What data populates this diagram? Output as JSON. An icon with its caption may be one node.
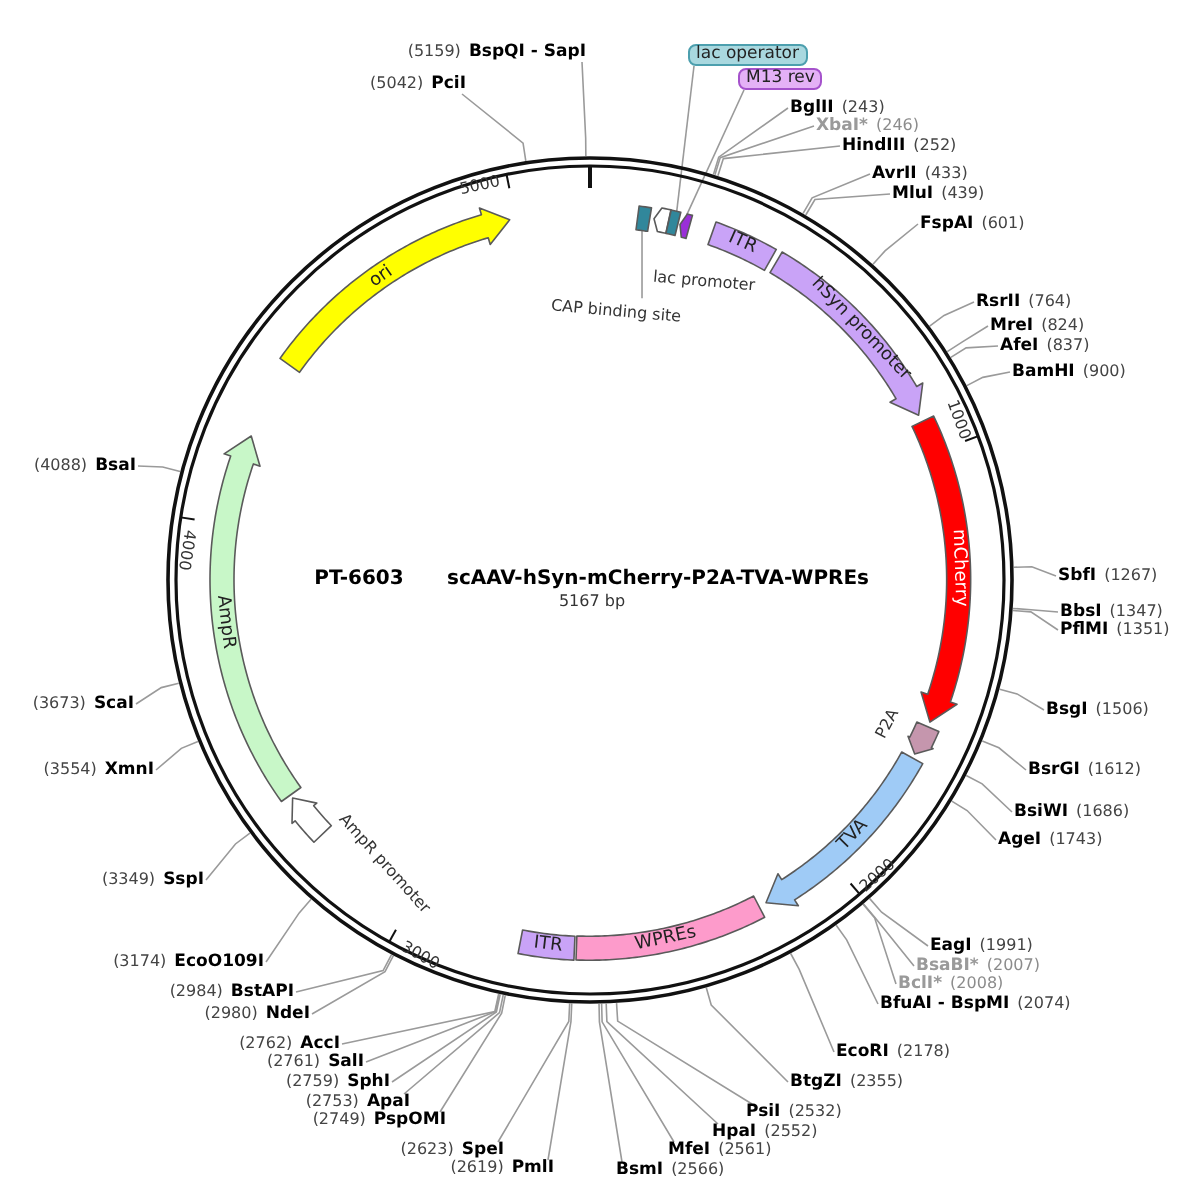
{
  "diagram": {
    "nodes": [
      {
        "text": [
          "PT-6603",
          "scAAV-hSyn-mCherry-P2A-TVA-WPREs",
          "5167 bp"
        ]
      },
      {
        "text": [],
        "shape": "box",
        "in": 0
      },
      {
        "text": [
          "CAP binding site"
        ],
        "in": 0
      },
      {
        "text": [],
        "shape": "arrow",
        "in": 0
      },
      {
        "text": [],
        "shape": "box",
        "in": 0
      },
      {
        "text": [],
        "shape": "arrow",
        "in": 0
      },
      {
        "text": [
          "ITR"
        ],
        "in": 0
      },
      {
        "text": [
          "hSyn promoter"
        ],
        "in": 0
      },
      {
        "text": [
          "mCherry"
        ],
        "in": 0
      },
      {
        "text": [],
        "shape": "arrow",
        "beside": [
          "P2A"
        ],
        "in": 0
      },
      {
        "text": [
          "TVA"
        ],
        "in": 0
      },
      {
        "text": [
          "WPREs"
        ],
        "in": 0
      },
      {
        "text": [
          "ITR"
        ],
        "in": 0
      },
      {
        "text": [],
        "shape": "arrow",
        "beside": [
          "AmpR promoter"
        ],
        "in": 0
      },
      {
        "text": [
          "AmpR"
        ],
        "in": 0
      },
      {
        "text": [
          "ori"
        ],
        "in": 0
      },
      {
        "text": [
          "lac operator"
        ]
      },
      {
        "text": [
          "M13 rev"
        ]
      },
      {
        "text": [
          "BglII",
          "(243)"
        ]
      },
      {
        "text": [
          "XbaI*",
          "(246)"
        ]
      },
      {
        "text": [
          "HindIII",
          "(252)"
        ]
      },
      {
        "text": [
          "AvrII",
          "(433)"
        ]
      },
      {
        "text": [
          "MluI",
          "(439)"
        ]
      },
      {
        "text": [
          "FspAI",
          "(601)"
        ]
      },
      {
        "text": [
          "RsrII",
          "(764)"
        ]
      },
      {
        "text": [
          "MreI",
          "(824)"
        ]
      },
      {
        "text": [
          "AfeI",
          "(837)"
        ]
      },
      {
        "text": [
          "BamHI",
          "(900)"
        ]
      },
      {
        "text": [
          "SbfI",
          "(1267)"
        ]
      },
      {
        "text": [
          "BbsI",
          "(1347)"
        ]
      },
      {
        "text": [
          "PflMI",
          "(1351)"
        ]
      },
      {
        "text": [
          "BsgI",
          "(1506)"
        ]
      },
      {
        "text": [
          "BsrGI",
          "(1612)"
        ]
      },
      {
        "text": [
          "BsiWI",
          "(1686)"
        ]
      },
      {
        "text": [
          "AgeI",
          "(1743)"
        ]
      },
      {
        "text": [
          "EagI",
          "(1991)"
        ]
      },
      {
        "text": [
          "BsaBI*",
          "(2007)"
        ]
      },
      {
        "text": [
          "BclI*",
          "(2008)"
        ]
      },
      {
        "text": [
          "BfuAI - BspMI",
          "(2074)"
        ]
      },
      {
        "text": [
          "EcoRI",
          "(2178)"
        ]
      },
      {
        "text": [
          "BtgZI",
          "(2355)"
        ]
      },
      {
        "text": [
          "PsiI",
          "(2532)"
        ]
      },
      {
        "text": [
          "HpaI",
          "(2552)"
        ]
      },
      {
        "text": [
          "MfeI",
          "(2561)"
        ]
      },
      {
        "text": [
          "BsmI",
          "(2566)"
        ]
      },
      {
        "text": [
          "(2619)",
          "PmlI"
        ]
      },
      {
        "text": [
          "(2623)",
          "SpeI"
        ]
      },
      {
        "text": [
          "(2749)",
          "PspOMI"
        ]
      },
      {
        "text": [
          "(2753)",
          "ApaI"
        ]
      },
      {
        "text": [
          "(2759)",
          "SphI"
        ]
      },
      {
        "text": [
          "(2761)",
          "SalI"
        ]
      },
      {
        "text": [
          "(2762)",
          "AccI"
        ]
      },
      {
        "text": [
          "(2980)",
          "NdeI"
        ]
      },
      {
        "text": [
          "(2984)",
          "BstAPI"
        ]
      },
      {
        "text": [
          "(3174)",
          "EcoO109I"
        ]
      },
      {
        "text": [
          "(3349)",
          "SspI"
        ]
      },
      {
        "text": [
          "(3554)",
          "XmnI"
        ]
      },
      {
        "text": [
          "(3673)",
          "ScaI"
        ]
      },
      {
        "text": [
          "(4088)",
          "BsaI"
        ]
      },
      {
        "text": [
          "(5042)",
          "PciI"
        ]
      },
      {
        "text": [
          "(5159)",
          "BspQI - SapI"
        ]
      }
    ],
    "edges": [
      {
        "from": 2,
        "to": 1,
        "arrow": "none"
      },
      {
        "from": 16,
        "to": 4,
        "arrow": "none"
      },
      {
        "from": 17,
        "to": 5,
        "arrow": "none"
      },
      {
        "from": 18,
        "to": 0,
        "arrow": "none"
      },
      {
        "from": 19,
        "to": 0,
        "arrow": "none"
      },
      {
        "from": 20,
        "to": 0,
        "arrow": "none"
      },
      {
        "from": 21,
        "to": 0,
        "arrow": "none"
      },
      {
        "from": 22,
        "to": 0,
        "arrow": "none"
      },
      {
        "from": 23,
        "to": 0,
        "arrow": "none"
      },
      {
        "from": 24,
        "to": 0,
        "arrow": "none"
      },
      {
        "from": 25,
        "to": 0,
        "arrow": "none"
      },
      {
        "from": 26,
        "to": 0,
        "arrow": "none"
      },
      {
        "from": 27,
        "to": 0,
        "arrow": "none"
      },
      {
        "from": 28,
        "to": 0,
        "arrow": "none"
      },
      {
        "from": 29,
        "to": 0,
        "arrow": "none"
      },
      {
        "from": 30,
        "to": 0,
        "arrow": "none"
      },
      {
        "from": 31,
        "to": 0,
        "arrow": "none"
      },
      {
        "from": 32,
        "to": 0,
        "arrow": "none"
      },
      {
        "from": 33,
        "to": 0,
        "arrow": "none"
      },
      {
        "from": 34,
        "to": 0,
        "arrow": "none"
      },
      {
        "from": 35,
        "to": 0,
        "arrow": "none"
      },
      {
        "from": 36,
        "to": 0,
        "arrow": "none"
      },
      {
        "from": 37,
        "to": 0,
        "arrow": "none"
      },
      {
        "from": 38,
        "to": 0,
        "arrow": "none"
      },
      {
        "from": 39,
        "to": 0,
        "arrow": "none"
      },
      {
        "from": 40,
        "to": 0,
        "arrow": "none"
      },
      {
        "from": 41,
        "to": 0,
        "arrow": "none"
      },
      {
        "from": 42,
        "to": 0,
        "arrow": "none"
      },
      {
        "from": 43,
        "to": 0,
        "arrow": "none"
      },
      {
        "from": 44,
        "to": 0,
        "arrow": "none"
      },
      {
        "from": 45,
        "to": 0,
        "arrow": "none"
      },
      {
        "from": 46,
        "to": 0,
        "arrow": "none"
      },
      {
        "from": 47,
        "to": 0,
        "arrow": "none"
      },
      {
        "from": 48,
        "to": 0,
        "arrow": "none"
      },
      {
        "from": 49,
        "to": 0,
        "arrow": "none"
      },
      {
        "from": 50,
        "to": 0,
        "arrow": "none"
      },
      {
        "from": 51,
        "to": 0,
        "arrow": "none"
      },
      {
        "from": 52,
        "to": 0,
        "arrow": "none"
      },
      {
        "from": 53,
        "to": 0,
        "arrow": "none"
      },
      {
        "from": 54,
        "to": 0,
        "arrow": "none"
      },
      {
        "from": 55,
        "to": 0,
        "arrow": "none"
      },
      {
        "from": 56,
        "to": 0,
        "arrow": "none"
      },
      {
        "from": 57,
        "to": 0,
        "arrow": "none"
      },
      {
        "from": 58,
        "to": 0,
        "arrow": "none"
      },
      {
        "from": 59,
        "to": 0,
        "arrow": "none"
      },
      {
        "from": 60,
        "to": 0,
        "arrow": "none"
      }
    ],
    "labels": [
      "lac promoter",
      "1000",
      "2000",
      "3000",
      "4000",
      "5000"
    ]
  }
}
